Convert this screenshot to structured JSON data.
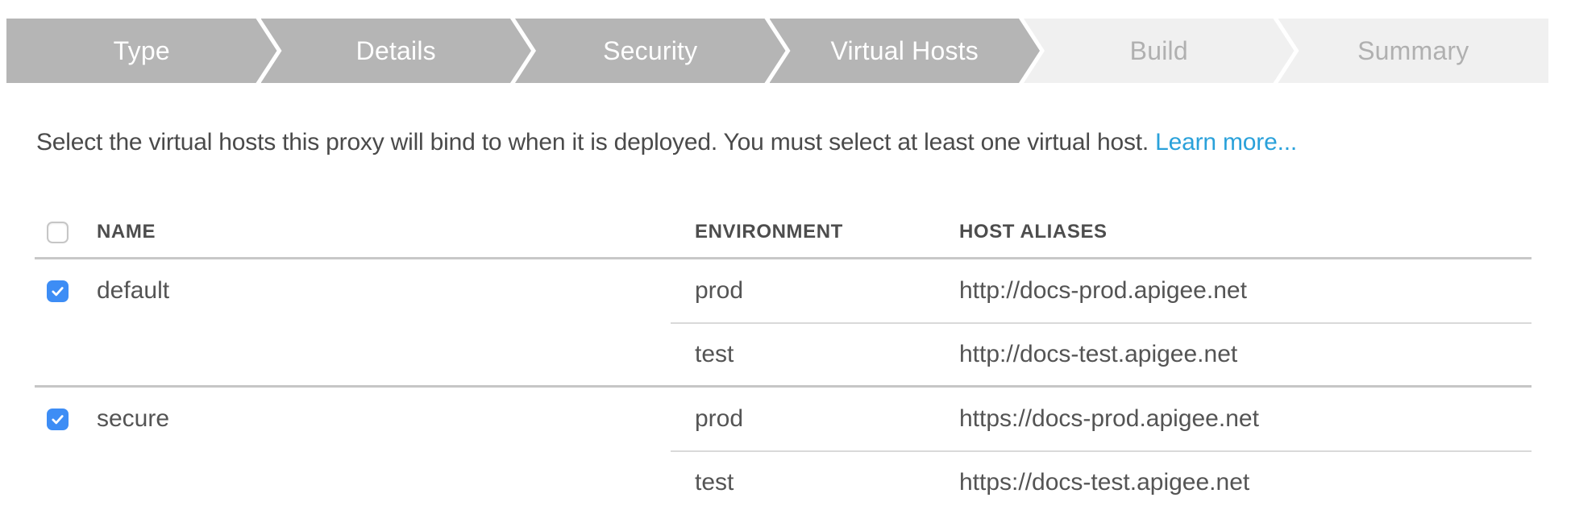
{
  "wizard": {
    "steps": [
      {
        "label": "Type",
        "state": "done"
      },
      {
        "label": "Details",
        "state": "done"
      },
      {
        "label": "Security",
        "state": "done"
      },
      {
        "label": "Virtual Hosts",
        "state": "active"
      },
      {
        "label": "Build",
        "state": "upcoming"
      },
      {
        "label": "Summary",
        "state": "upcoming"
      }
    ]
  },
  "description": {
    "text": "Select the virtual hosts this proxy will bind to when it is deployed. You must select at least one virtual host.",
    "link_label": "Learn more..."
  },
  "table": {
    "headers": {
      "name": "NAME",
      "environment": "ENVIRONMENT",
      "host_aliases": "HOST ALIASES"
    },
    "select_all_checked": false,
    "rows": [
      {
        "name": "default",
        "checked": true,
        "entries": [
          {
            "environment": "prod",
            "host_alias": "http://docs-prod.apigee.net"
          },
          {
            "environment": "test",
            "host_alias": "http://docs-test.apigee.net"
          }
        ]
      },
      {
        "name": "secure",
        "checked": true,
        "entries": [
          {
            "environment": "prod",
            "host_alias": "https://docs-prod.apigee.net"
          },
          {
            "environment": "test",
            "host_alias": "https://docs-test.apigee.net"
          }
        ]
      }
    ]
  },
  "colors": {
    "step_active_bg": "#b5b5b5",
    "step_upcoming_bg": "#f0f0f0",
    "step_active_text": "#ffffff",
    "step_upcoming_text": "#b0b0b0",
    "link_blue": "#2aa1da",
    "checkbox_blue": "#3d8df5",
    "text_dark": "#4a4a4a",
    "divider_heavy": "#c6c6c6",
    "divider_light": "#d9d9d9"
  }
}
